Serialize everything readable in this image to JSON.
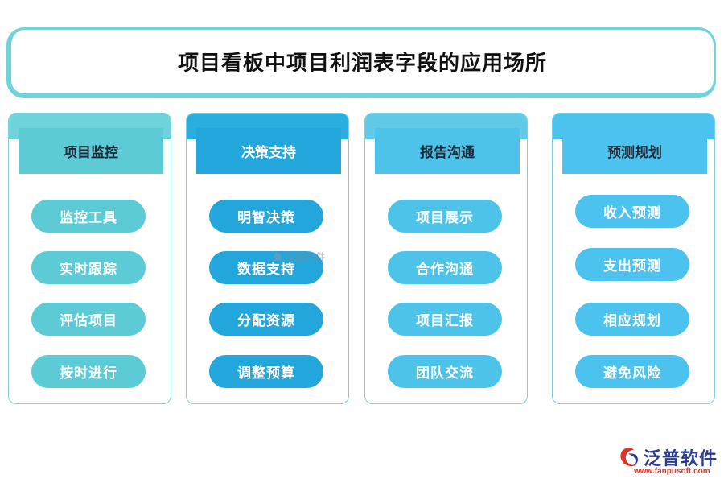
{
  "title": "项目看板中项目利润表字段的应用场所",
  "columns": [
    {
      "header": "项目监控",
      "band_color": "#6fd3dc",
      "header_color": "#5ccbd6",
      "pill_color": "#5ccbd6",
      "items": [
        "监控工具",
        "实时跟踪",
        "评估项目",
        "按时进行"
      ]
    },
    {
      "header": "决策支持",
      "band_color": "#29aee0",
      "header_color": "#23a6dc",
      "pill_color": "#23a6dc",
      "items": [
        "明智决策",
        "数据支持",
        "分配资源",
        "调整预算"
      ]
    },
    {
      "header": "报告沟通",
      "band_color": "#61cae8",
      "header_color": "#4ec3ea",
      "pill_color": "#4ec3ea",
      "items": [
        "项目展示",
        "合作沟通",
        "项目汇报",
        "团队交流"
      ]
    },
    {
      "header": "预测规划",
      "band_color": "#4cc3ee",
      "header_color": "#4cc3ee",
      "pill_color": "#4cc3ee",
      "items": [
        "收入预测",
        "支出预测",
        "相应规划",
        "避免风险"
      ]
    }
  ],
  "watermark": "泛普软件",
  "logo": {
    "name": "泛普软件",
    "url": "www.fanpusoft.com",
    "icon": "fanpu-logo-icon",
    "name_color": "#2b3e8c",
    "url_color": "#d9362b"
  }
}
